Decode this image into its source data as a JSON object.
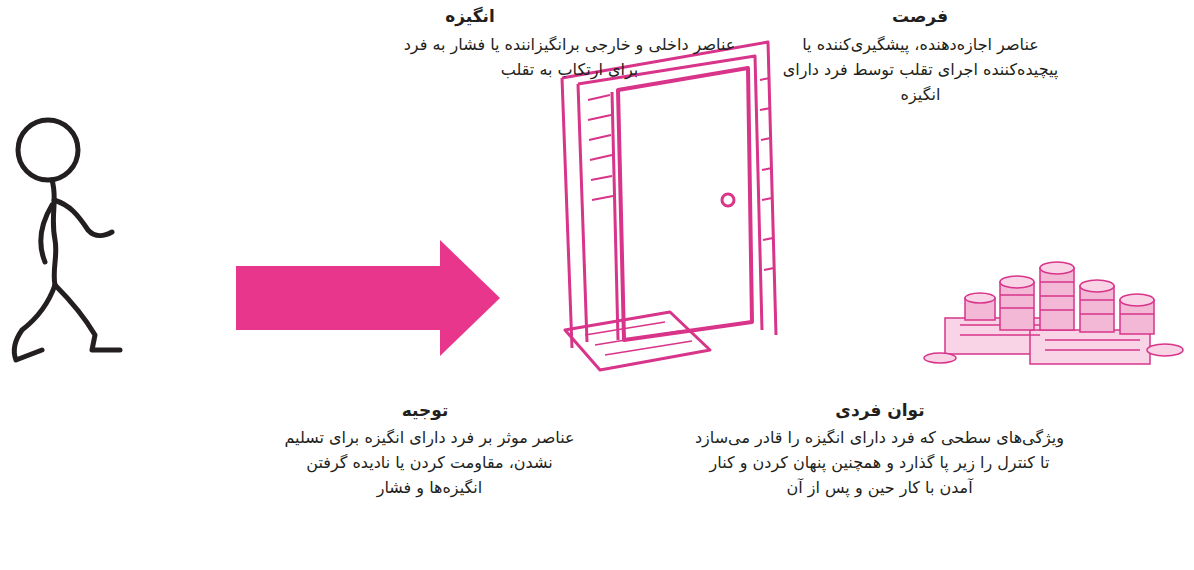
{
  "diagram": {
    "labels": [
      "فرصت",
      "عناصر اجازه‌دهنده، پیشگیری‌کننده یا پیچیده‌کننده اجرای تقلب توسط فرد دارای انگیزه",
      "انگیزه",
      "عناصر داخلی و خارجی برانگیزاننده یا فشار به فرد برای ارتکاب به تقلب",
      "توان فردی",
      "ویژگی‌های سطحی که فرد دارای انگیزه را قادر می‌سازد تا کنترل را زیر پا گذارد و همچنین پنهان کردن و کنار آمدن با کار حین و پس از آن",
      "توجیه",
      "عناصر موثر بر فرد دارای انگیزه برای تسلیم نشدن، مقاومت کردن یا نادیده گرفتن انگیزه‌ها و فشار"
    ]
  }
}
